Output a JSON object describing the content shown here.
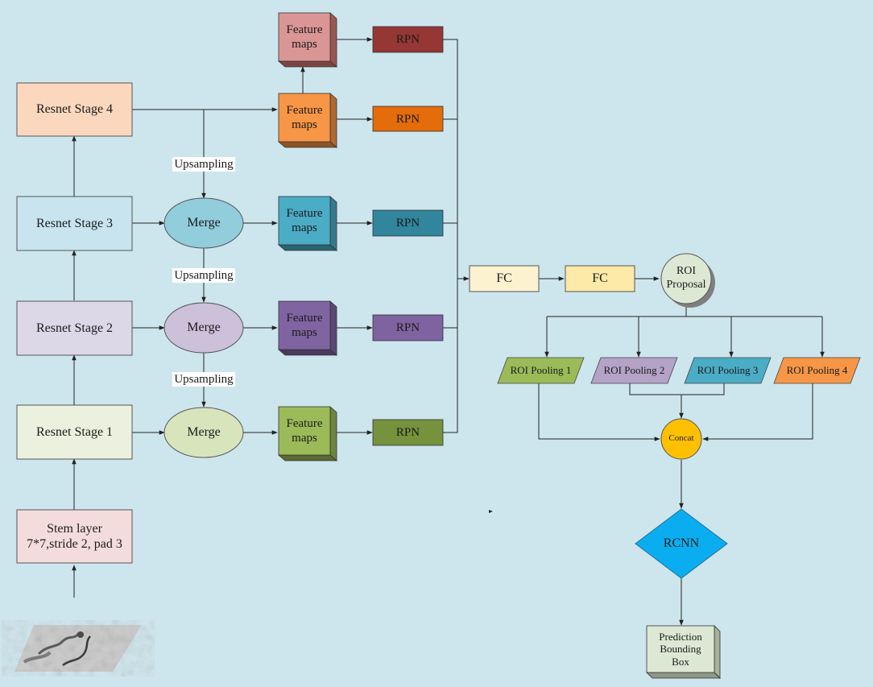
{
  "blocks": {
    "stem_line1": "Stem layer",
    "stem_line2": "7*7,stride 2, pad 3",
    "stage1": "Resnet Stage 1",
    "stage2": "Resnet Stage 2",
    "stage3": "Resnet Stage 3",
    "stage4": "Resnet Stage 4",
    "merge": "Merge",
    "upsampling": "Upsampling",
    "feature_l1": "Feature",
    "feature_l2": "maps",
    "rpn": "RPN",
    "fc": "FC",
    "roi_proposal_l1": "ROI",
    "roi_proposal_l2": "Proposal",
    "roi_pool1": "ROI Pooling 1",
    "roi_pool2": "ROI Pooling 2",
    "roi_pool3": "ROI Pooling 3",
    "roi_pool4": "ROI Pooling 4",
    "concat": "Concat",
    "rcnn": "RCNN",
    "pred_l1": "Prediction",
    "pred_l2": "Bounding",
    "pred_l3": "Box"
  },
  "colors": {
    "background": "#cde6ee",
    "stage4": "#fbd8bd",
    "stage3": "#c7e4ef",
    "stage2": "#ddd8e8",
    "stage1": "#ebf1de",
    "stem": "#f5dcdc",
    "merge3": "#92cddc",
    "merge2": "#ccc0da",
    "merge1": "#d8e4bc",
    "fm_top": "#da9694",
    "fm4": "#f79646",
    "fm3": "#4bacc6",
    "fm2": "#8064a2",
    "fm1": "#9bbb59",
    "rpn_top": "#953735",
    "rpn4": "#e46c0a",
    "rpn3": "#31859c",
    "rpn2": "#7f62a0",
    "rpn1": "#76923c",
    "fc1": "#fdf2d0",
    "fc2": "#fde9a8",
    "roi_proposal": "#dde8d4",
    "pool1": "#9bbb59",
    "pool2": "#b4a2c7",
    "pool3": "#4bacc6",
    "pool4": "#f79646",
    "concat": "#ffc000",
    "rcnn": "#0aaef0",
    "prediction": "#dde8d4"
  }
}
